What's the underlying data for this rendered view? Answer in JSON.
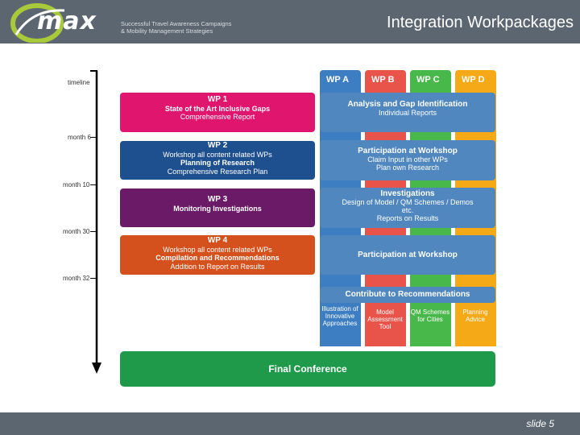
{
  "header": {
    "logo_text": "max",
    "logo_subtitle": [
      "Successful Travel Awareness Campaigns",
      "& Mobility Management Strategies"
    ],
    "title": "Integration Workpackages"
  },
  "timeline": {
    "label": "timeline",
    "marks": [
      "month 6",
      "month 10",
      "month 30",
      "month 32"
    ]
  },
  "workpackages": [
    {
      "title": "WP 1",
      "lines": [
        "State of the Art Inclusive Gaps",
        "Comprehensive Report"
      ],
      "color": "#e0156e"
    },
    {
      "title": "WP 2",
      "lines": [
        "Workshop all content related WPs",
        "Planning of Research",
        "Comprehensive Research Plan"
      ],
      "color": "#1e4f8e"
    },
    {
      "title": "WP 3",
      "lines": [
        "Monitoring Investigations"
      ],
      "color": "#6a1a66"
    },
    {
      "title": "WP 4",
      "lines": [
        "Workshop all content related WPs",
        "Compilation and Recommendations",
        "Addition to Report on Results"
      ],
      "color": "#d4501c"
    }
  ],
  "columns": [
    {
      "label": "WP A",
      "color": "#3d7dc2",
      "text_color": "#ffffff"
    },
    {
      "label": "WP B",
      "color": "#e8544a",
      "text_color": "#ffffff"
    },
    {
      "label": "WP C",
      "color": "#49b84a",
      "text_color": "#ffffff"
    },
    {
      "label": "WP D",
      "color": "#f6a917",
      "text_color": "#ffffff"
    }
  ],
  "phases": [
    {
      "title": "Analysis and Gap Identification",
      "lines": [
        "Individual Reports"
      ]
    },
    {
      "title": "Participation at Workshop",
      "lines": [
        "Claim Input in other WPs",
        "Plan own Research"
      ]
    },
    {
      "title": "Investigations",
      "lines": [
        "Design of Model / QM Schemes / Demos",
        "etc.",
        "Reports on Results"
      ]
    },
    {
      "title": "Participation at Workshop",
      "lines": []
    },
    {
      "title": "Contribute to Recommendations",
      "lines": []
    }
  ],
  "contributions": [
    {
      "text": "Illustration of Innovative Approaches"
    },
    {
      "text": "Model Assessment Tool"
    },
    {
      "text": "QM Schemes for Cities"
    },
    {
      "text": "Planning Advice"
    }
  ],
  "final": {
    "label": "Final Conference",
    "color": "#1f9a4a"
  },
  "footer": {
    "slide_number": "slide 5"
  }
}
